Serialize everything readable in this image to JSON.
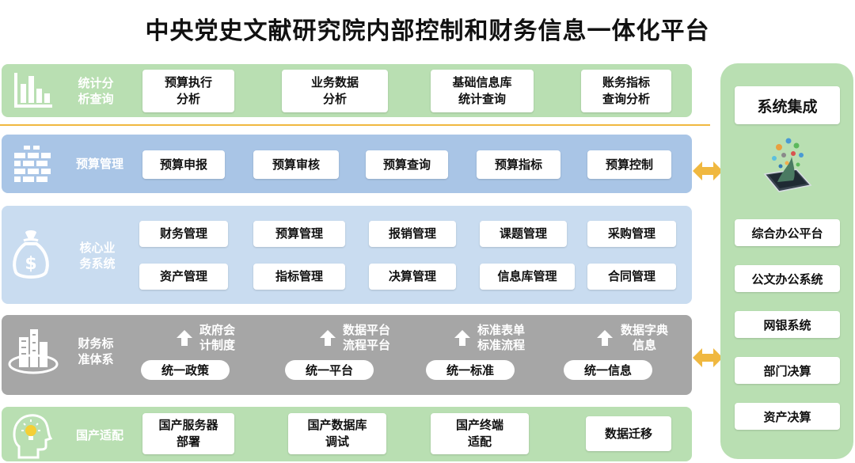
{
  "title": "中央党史文献研究院内部控制和财务信息一体化平台",
  "colors": {
    "green_band": "#b9dfb2",
    "blue_band": "#a9c5e6",
    "light_blue_band": "#c9dcf0",
    "gray_band": "#a6a6a6",
    "arrow_orange": "#f0b840"
  },
  "bands": {
    "stats": {
      "icon": "bar-chart-icon",
      "label_l1": "统计分",
      "label_l2": "析查询",
      "items": [
        {
          "l1": "预算执行",
          "l2": "分析"
        },
        {
          "l1": "业务数据",
          "l2": "分析"
        },
        {
          "l1": "基础信息库",
          "l2": "统计查询"
        },
        {
          "l1": "账务指标",
          "l2": "查询分析"
        }
      ]
    },
    "budget": {
      "icon": "brick-wall-icon",
      "label": "预算管理",
      "items": [
        "预算申报",
        "预算审核",
        "预算查询",
        "预算指标",
        "预算控制"
      ]
    },
    "core": {
      "icon": "money-bag-icon",
      "label_l1": "核心业",
      "label_l2": "务系统",
      "row1": [
        "财务管理",
        "预算管理",
        "报销管理",
        "课题管理",
        "采购管理"
      ],
      "row2": [
        "资产管理",
        "指标管理",
        "决算管理",
        "信息库管理",
        "合同管理"
      ]
    },
    "standards": {
      "icon": "database-tower-icon",
      "label_l1": "财务标",
      "label_l2": "准体系",
      "columns": [
        {
          "top1": "政府会",
          "top2": "计制度",
          "pill": "统一政策"
        },
        {
          "top1": "数据平台",
          "top2": "流程平台",
          "pill": "统一平台"
        },
        {
          "top1": "标准表单",
          "top2": "标准流程",
          "pill": "统一标准"
        },
        {
          "top1": "数据字典",
          "top2": "信息",
          "pill": "统一信息"
        }
      ]
    },
    "domestic": {
      "icon": "head-lightbulb-icon",
      "label": "国产适配",
      "items": [
        {
          "l1": "国产服务器",
          "l2": "部署"
        },
        {
          "l1": "国产数据库",
          "l2": "调试"
        },
        {
          "l1": "国产终端",
          "l2": "适配"
        },
        {
          "l1": "数据迁移",
          "l2": ""
        }
      ]
    }
  },
  "integration": {
    "title": "系统集成",
    "items": [
      "综合办公平台",
      "公文办公系统",
      "网银系统",
      "部门决算",
      "资产决算"
    ]
  }
}
